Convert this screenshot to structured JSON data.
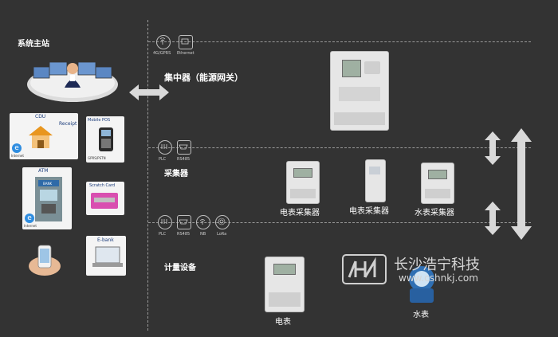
{
  "master_station": {
    "title": "系统主站"
  },
  "concentrator": {
    "title": "集中器（能源网关）",
    "ports": [
      "4G/GPRS",
      "Ethernet"
    ]
  },
  "collector": {
    "title": "采集器",
    "ports": [
      "PLC",
      "RS485"
    ]
  },
  "metering": {
    "title": "计量设备",
    "ports": [
      "PLC",
      "RS485",
      "NB",
      "LoRa"
    ]
  },
  "collector_devices": {
    "electric_a": "电表采集器",
    "electric_b": "电表采集器",
    "water": "水表采集器"
  },
  "meters": {
    "electric": "电表",
    "water": "水表"
  },
  "left_cards": {
    "cdu": {
      "title": "CDU",
      "sub": "Receipt",
      "foot": "Internet"
    },
    "pos": {
      "title": "Mobile POS",
      "foot": "GPRS/PSTN"
    },
    "atm": {
      "title": "ATM",
      "sub": "BANK",
      "foot": "Internet"
    },
    "scratch": {
      "title": "Scratch Card"
    },
    "ebank": {
      "title": "E-bank"
    }
  },
  "watermark": {
    "company": "长沙浩宁科技",
    "url": "www.cshnkj.com",
    "logo": "HN"
  },
  "colors": {
    "background": "#333333",
    "dashed_line": "#9a9a9a",
    "arrow": "#d9d9d9"
  }
}
